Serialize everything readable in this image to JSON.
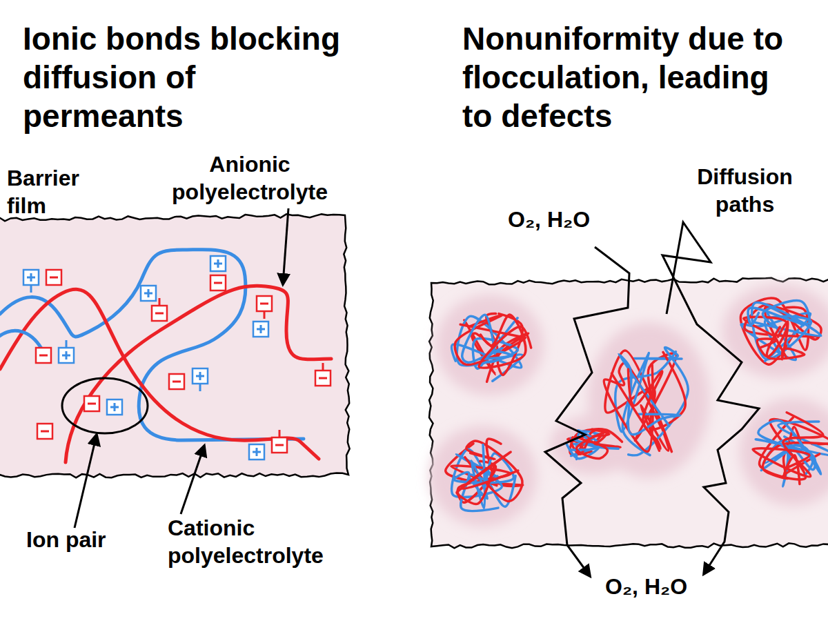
{
  "diagram": {
    "labels": [
      "Ionic bonds blocking diffusion of permeants",
      "Nonuniformity due to flocculation, leading to defects",
      "Barrier film",
      "Anionic polyelectrolyte",
      "Ion pair",
      "Cationic polyelectrolyte",
      "O₂, H₂O",
      "Diffusion paths",
      "O₂, H₂O"
    ]
  }
}
